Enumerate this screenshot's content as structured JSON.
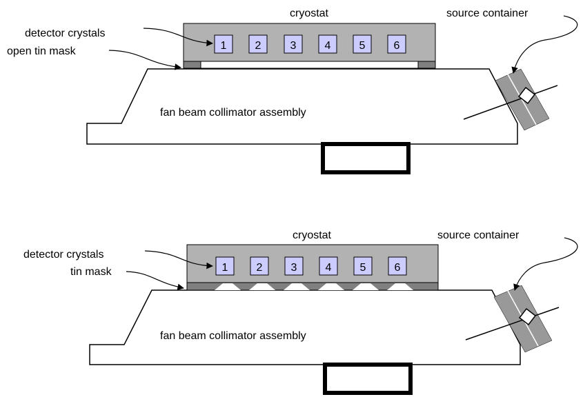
{
  "colors": {
    "cryostat": "#b2b2b2",
    "crystal": "#ccccff",
    "mask": "#808080",
    "source": "#999999",
    "outline": "#000000"
  },
  "panels": [
    {
      "id": "open",
      "labels": {
        "cryostat": "cryostat",
        "source_container": "source container",
        "detector_crystals": "detector crystals",
        "mask": "open tin mask",
        "collimator": "fan beam collimator assembly"
      },
      "crystals": [
        "1",
        "2",
        "3",
        "4",
        "5",
        "6"
      ]
    },
    {
      "id": "closed",
      "labels": {
        "cryostat": "cryostat",
        "source_container": "source container",
        "detector_crystals": "detector crystals",
        "mask": "tin mask",
        "collimator": "fan beam collimator assembly"
      },
      "crystals": [
        "1",
        "2",
        "3",
        "4",
        "5",
        "6"
      ]
    }
  ]
}
